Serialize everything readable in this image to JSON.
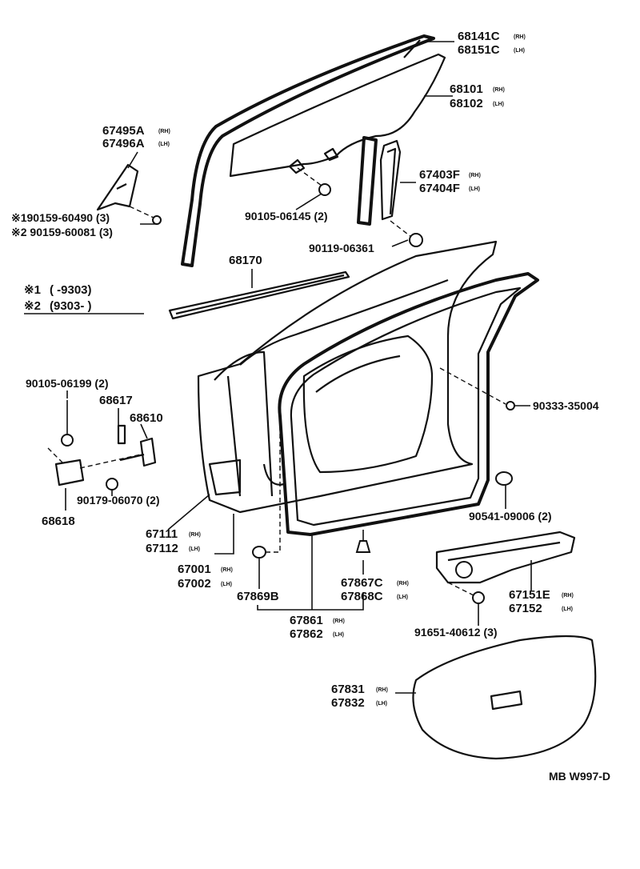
{
  "diagram_id": "MB W997-D",
  "legend": {
    "row1_mark": "※1",
    "row1_range": "(     -9303)",
    "row2_mark": "※2",
    "row2_range": "(9303-      )"
  },
  "parts": {
    "p68141": {
      "no": "68141C",
      "side": "(RH)"
    },
    "p68151": {
      "no": "68151C",
      "side": "(LH)"
    },
    "p68101": {
      "no": "68101",
      "side": "(RH)"
    },
    "p68102": {
      "no": "68102",
      "side": "(LH)"
    },
    "p67495": {
      "no": "67495A",
      "side": "(RH)"
    },
    "p67496": {
      "no": "67496A",
      "side": "(LH)"
    },
    "p90159a": {
      "no": "※190159-60490 (3)"
    },
    "p90159b": {
      "no": "※2 90159-60081 (3)"
    },
    "p90105a": {
      "no": "90105-06145 (2)"
    },
    "p67403": {
      "no": "67403F",
      "side": "(RH)"
    },
    "p67404": {
      "no": "67404F",
      "side": "(LH)"
    },
    "p90119": {
      "no": "90119-06361"
    },
    "p68170": {
      "no": "68170"
    },
    "p90105b": {
      "no": "90105-06199 (2)"
    },
    "p68617": {
      "no": "68617"
    },
    "p68610": {
      "no": "68610"
    },
    "p90179": {
      "no": "90179-06070 (2)"
    },
    "p68618": {
      "no": "68618"
    },
    "p90333": {
      "no": "90333-35004"
    },
    "p90541": {
      "no": "90541-09006 (2)"
    },
    "p67111": {
      "no": "67111",
      "side": "(RH)"
    },
    "p67112": {
      "no": "67112",
      "side": "(LH)"
    },
    "p67001": {
      "no": "67001",
      "side": "(RH)"
    },
    "p67002": {
      "no": "67002",
      "side": "(LH)"
    },
    "p67869": {
      "no": "67869B"
    },
    "p67867": {
      "no": "67867C",
      "side": "(RH)"
    },
    "p67868": {
      "no": "67868C",
      "side": "(LH)"
    },
    "p67861": {
      "no": "67861",
      "side": "(RH)"
    },
    "p67862": {
      "no": "67862",
      "side": "(LH)"
    },
    "p67151": {
      "no": "67151E",
      "side": "(RH)"
    },
    "p67152": {
      "no": "67152",
      "side": "(LH)"
    },
    "p91651": {
      "no": "91651-40612 (3)"
    },
    "p67831": {
      "no": "67831",
      "side": "(RH)"
    },
    "p67832": {
      "no": "67832",
      "side": "(LH)"
    }
  }
}
